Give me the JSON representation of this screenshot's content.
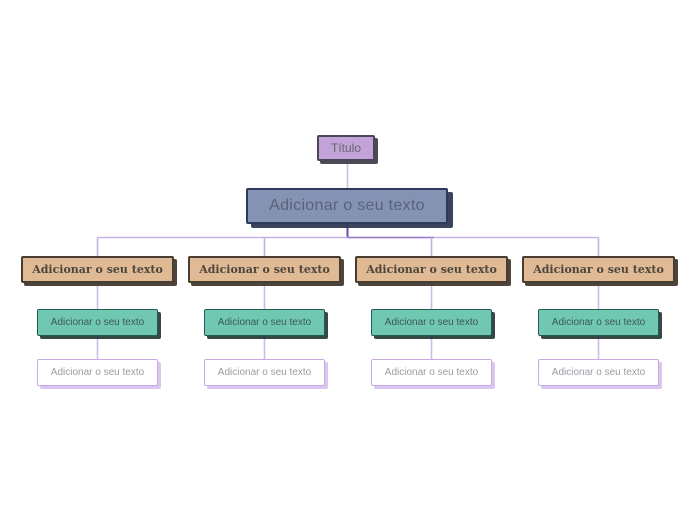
{
  "diagram": {
    "title_node": {
      "label": "Título"
    },
    "root_node": {
      "label": "Adicionar o seu texto"
    },
    "columns": [
      {
        "level1": "Adicionar o seu texto",
        "level2": "Adicionar o seu texto",
        "level3": "Adicionar o seu texto"
      },
      {
        "level1": "Adicionar o seu texto",
        "level2": "Adicionar o seu texto",
        "level3": "Adicionar o seu texto"
      },
      {
        "level1": "Adicionar o seu texto",
        "level2": "Adicionar o seu texto",
        "level3": "Adicionar o seu texto"
      },
      {
        "level1": "Adicionar o seu texto",
        "level2": "Adicionar o seu texto",
        "level3": "Adicionar o seu texto"
      }
    ]
  },
  "colors": {
    "title_fill": "#c2a2d7",
    "root_fill": "#8493b3",
    "branch_fill": "#e0ba94",
    "sub_fill": "#70c7b2",
    "leaf_fill": "#ffffff",
    "connector_light": "#c6b2e2",
    "connector_dark": "#6a4ba1"
  }
}
